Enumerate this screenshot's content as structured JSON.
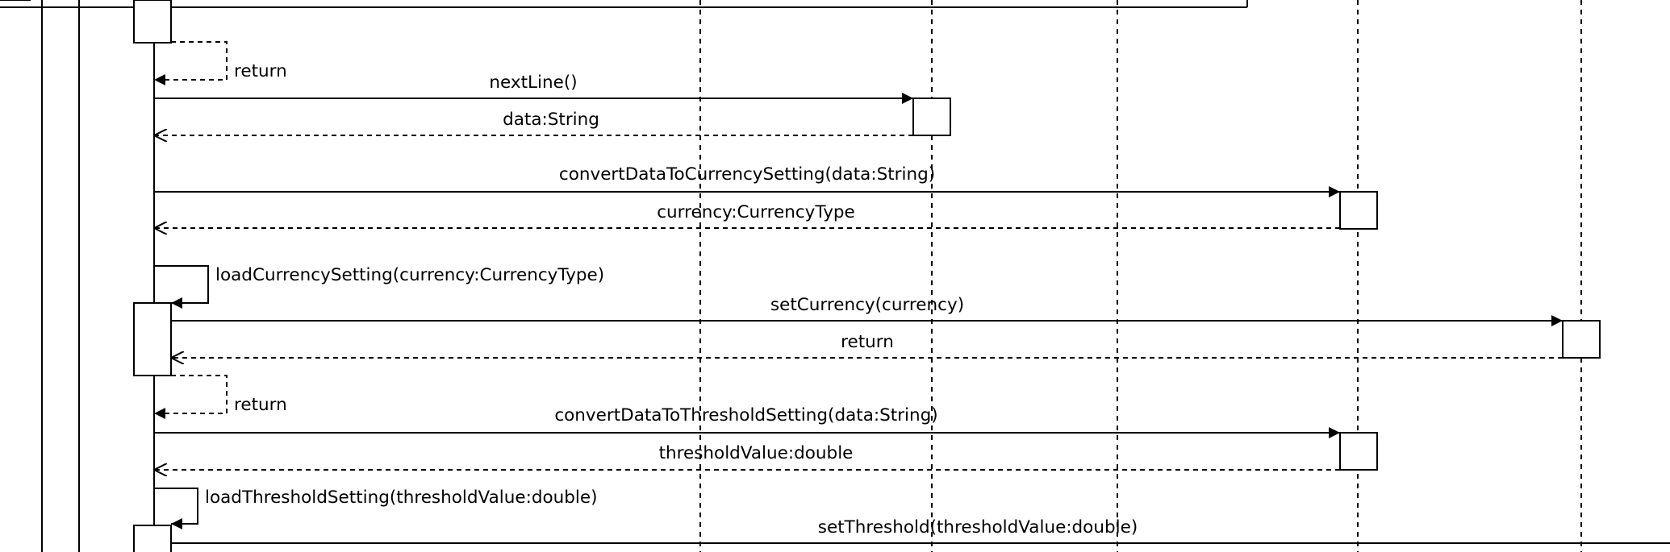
{
  "messages": [
    {
      "label": "return",
      "kind": "self-return"
    },
    {
      "label": "nextLine()",
      "kind": "call"
    },
    {
      "label": "data:String",
      "kind": "reply"
    },
    {
      "label": "convertDataToCurrencySetting(data:String)",
      "kind": "call"
    },
    {
      "label": "currency:CurrencyType",
      "kind": "reply"
    },
    {
      "label": "loadCurrencySetting(currency:CurrencyType)",
      "kind": "self-call"
    },
    {
      "label": "setCurrency(currency)",
      "kind": "call"
    },
    {
      "label": "return",
      "kind": "reply"
    },
    {
      "label": "return",
      "kind": "self-return"
    },
    {
      "label": "convertDataToThresholdSetting(data:String)",
      "kind": "call"
    },
    {
      "label": "thresholdValue:double",
      "kind": "reply"
    },
    {
      "label": "loadThresholdSetting(thresholdValue:double)",
      "kind": "self-call"
    },
    {
      "label": "setThreshold(thresholdValue:double)",
      "kind": "call"
    }
  ],
  "colors": {
    "line": "#000000",
    "background": "#ffffff"
  }
}
